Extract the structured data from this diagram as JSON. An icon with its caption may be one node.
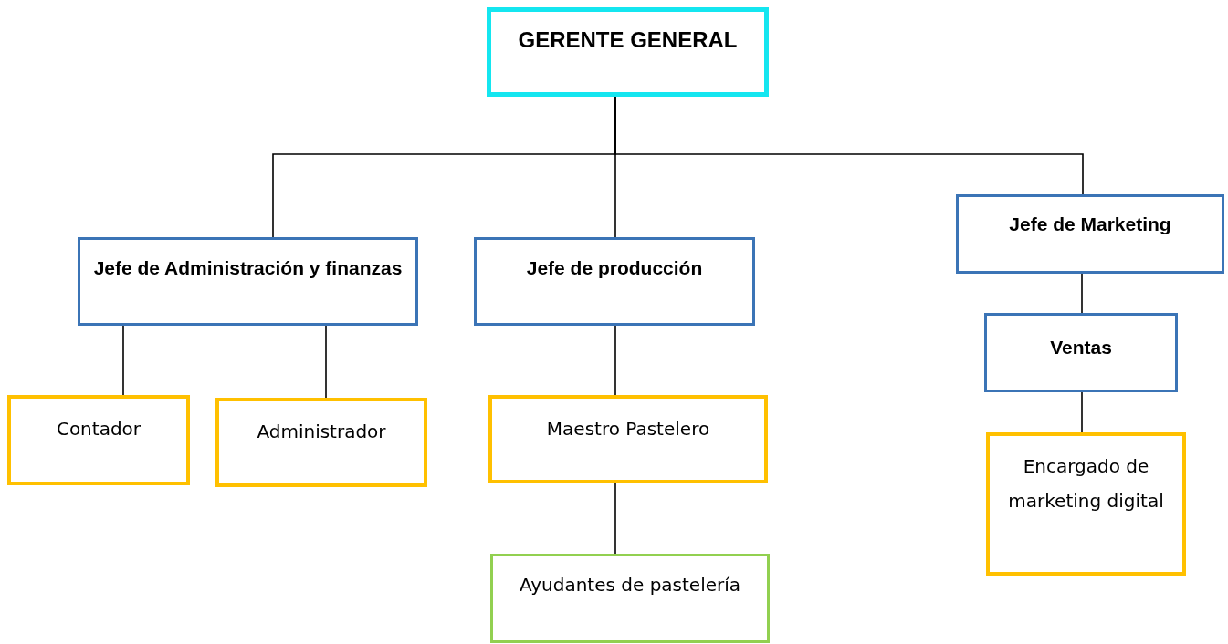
{
  "diagram": {
    "nodes": [
      {
        "text": [
          "GERENTE GENERAL"
        ]
      },
      {
        "text": [
          "Jefe de Administración y finanzas"
        ]
      },
      {
        "text": [
          "Jefe de producción"
        ]
      },
      {
        "text": [
          "Jefe de Marketing"
        ]
      },
      {
        "text": [
          "Ventas"
        ]
      },
      {
        "text": [
          "Contador"
        ]
      },
      {
        "text": [
          "Administrador"
        ]
      },
      {
        "text": [
          "Maestro Pastelero"
        ]
      },
      {
        "text": [
          "Ayudantes de pastelería"
        ]
      },
      {
        "text": [
          "Encargado de marketing digital"
        ]
      }
    ],
    "edges": [
      {
        "from": 0,
        "to": 1,
        "arrow": "none"
      },
      {
        "from": 0,
        "to": 2,
        "arrow": "none"
      },
      {
        "from": 0,
        "to": 3,
        "arrow": "none"
      },
      {
        "from": 1,
        "to": 5,
        "arrow": "none"
      },
      {
        "from": 1,
        "to": 6,
        "arrow": "none"
      },
      {
        "from": 2,
        "to": 7,
        "arrow": "none"
      },
      {
        "from": 7,
        "to": 8,
        "arrow": "none"
      },
      {
        "from": 3,
        "to": 4,
        "arrow": "none"
      },
      {
        "from": 4,
        "to": 9,
        "arrow": "none"
      }
    ]
  }
}
